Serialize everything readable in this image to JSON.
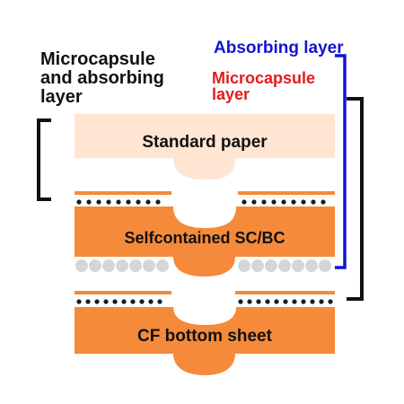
{
  "labels": {
    "left": {
      "line1": "Microcapsule",
      "line2": "and absorbing",
      "line3": "layer"
    },
    "absorbing": "Absorbing layer",
    "microcapsule": {
      "line1": "Microcapsule",
      "line2": "layer"
    }
  },
  "sheets": {
    "standard": "Standard paper",
    "selfcontained": "Selfcontained SC/BC",
    "cf": "CF bottom sheet"
  },
  "colors": {
    "orange": "#f58a3a",
    "light_orange": "#ffe5d2",
    "capsule_gray": "#d6d6d6",
    "dot_black": "#1a1a1a",
    "absorbing_blue": "#1414d2",
    "microcapsule_red": "#e31b1b",
    "bracket_black": "#111111",
    "text_dark": "#111111"
  }
}
